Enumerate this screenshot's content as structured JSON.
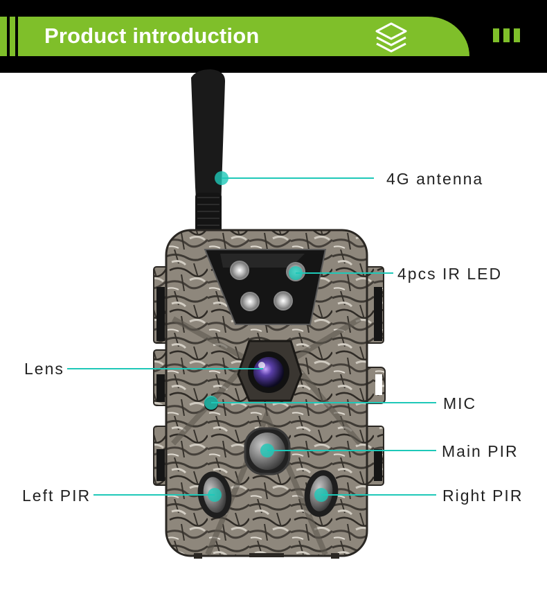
{
  "header": {
    "title": "Product introduction",
    "icon": "layers-icon",
    "accent": "#7fbf2a"
  },
  "callout_color": "#1ec8b8",
  "callouts": {
    "antenna": "4G antenna",
    "ir_led": "4pcs IR LED",
    "lens": "Lens",
    "mic": "MIC",
    "main_pir": "Main PIR",
    "left_pir": "Left PIR",
    "right_pir": "Right PIR"
  }
}
